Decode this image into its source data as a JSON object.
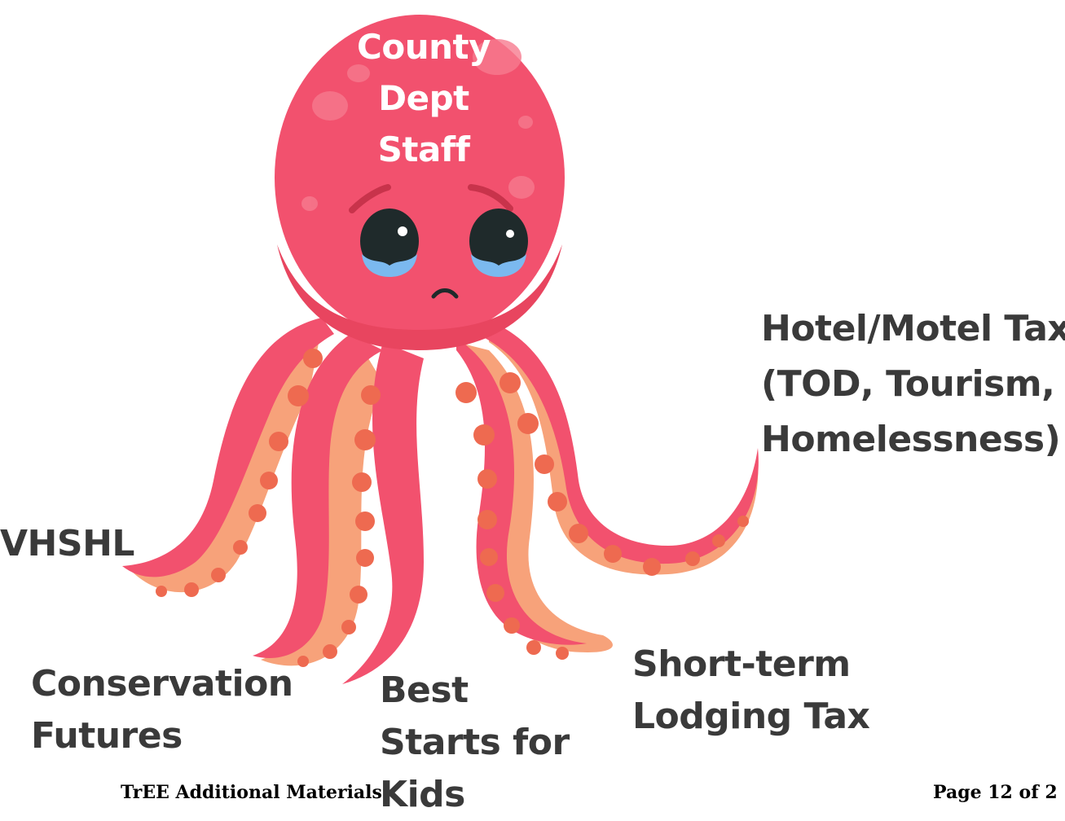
{
  "head": {
    "lines": [
      "County",
      "Dept",
      "Staff"
    ]
  },
  "labels": {
    "hotel": [
      "Hotel/Motel Tax",
      "(TOD, Tourism,",
      "Homelessness)"
    ],
    "vhshl": [
      "VHSHL"
    ],
    "conservation": [
      "Conservation",
      "Futures"
    ],
    "best_starts": [
      "Best",
      "Starts for",
      "Kids"
    ],
    "short_term": [
      "Short-term",
      "Lodging Tax"
    ]
  },
  "footer": {
    "left": "TrEE Additional Materials",
    "right": "Page 12 of 2"
  },
  "colors": {
    "body": "#f2516e",
    "suckers": "#f7a27a",
    "sucker_dots": "#ee6a50",
    "label_text": "#3a3a3a",
    "head_text": "#ffffff"
  }
}
